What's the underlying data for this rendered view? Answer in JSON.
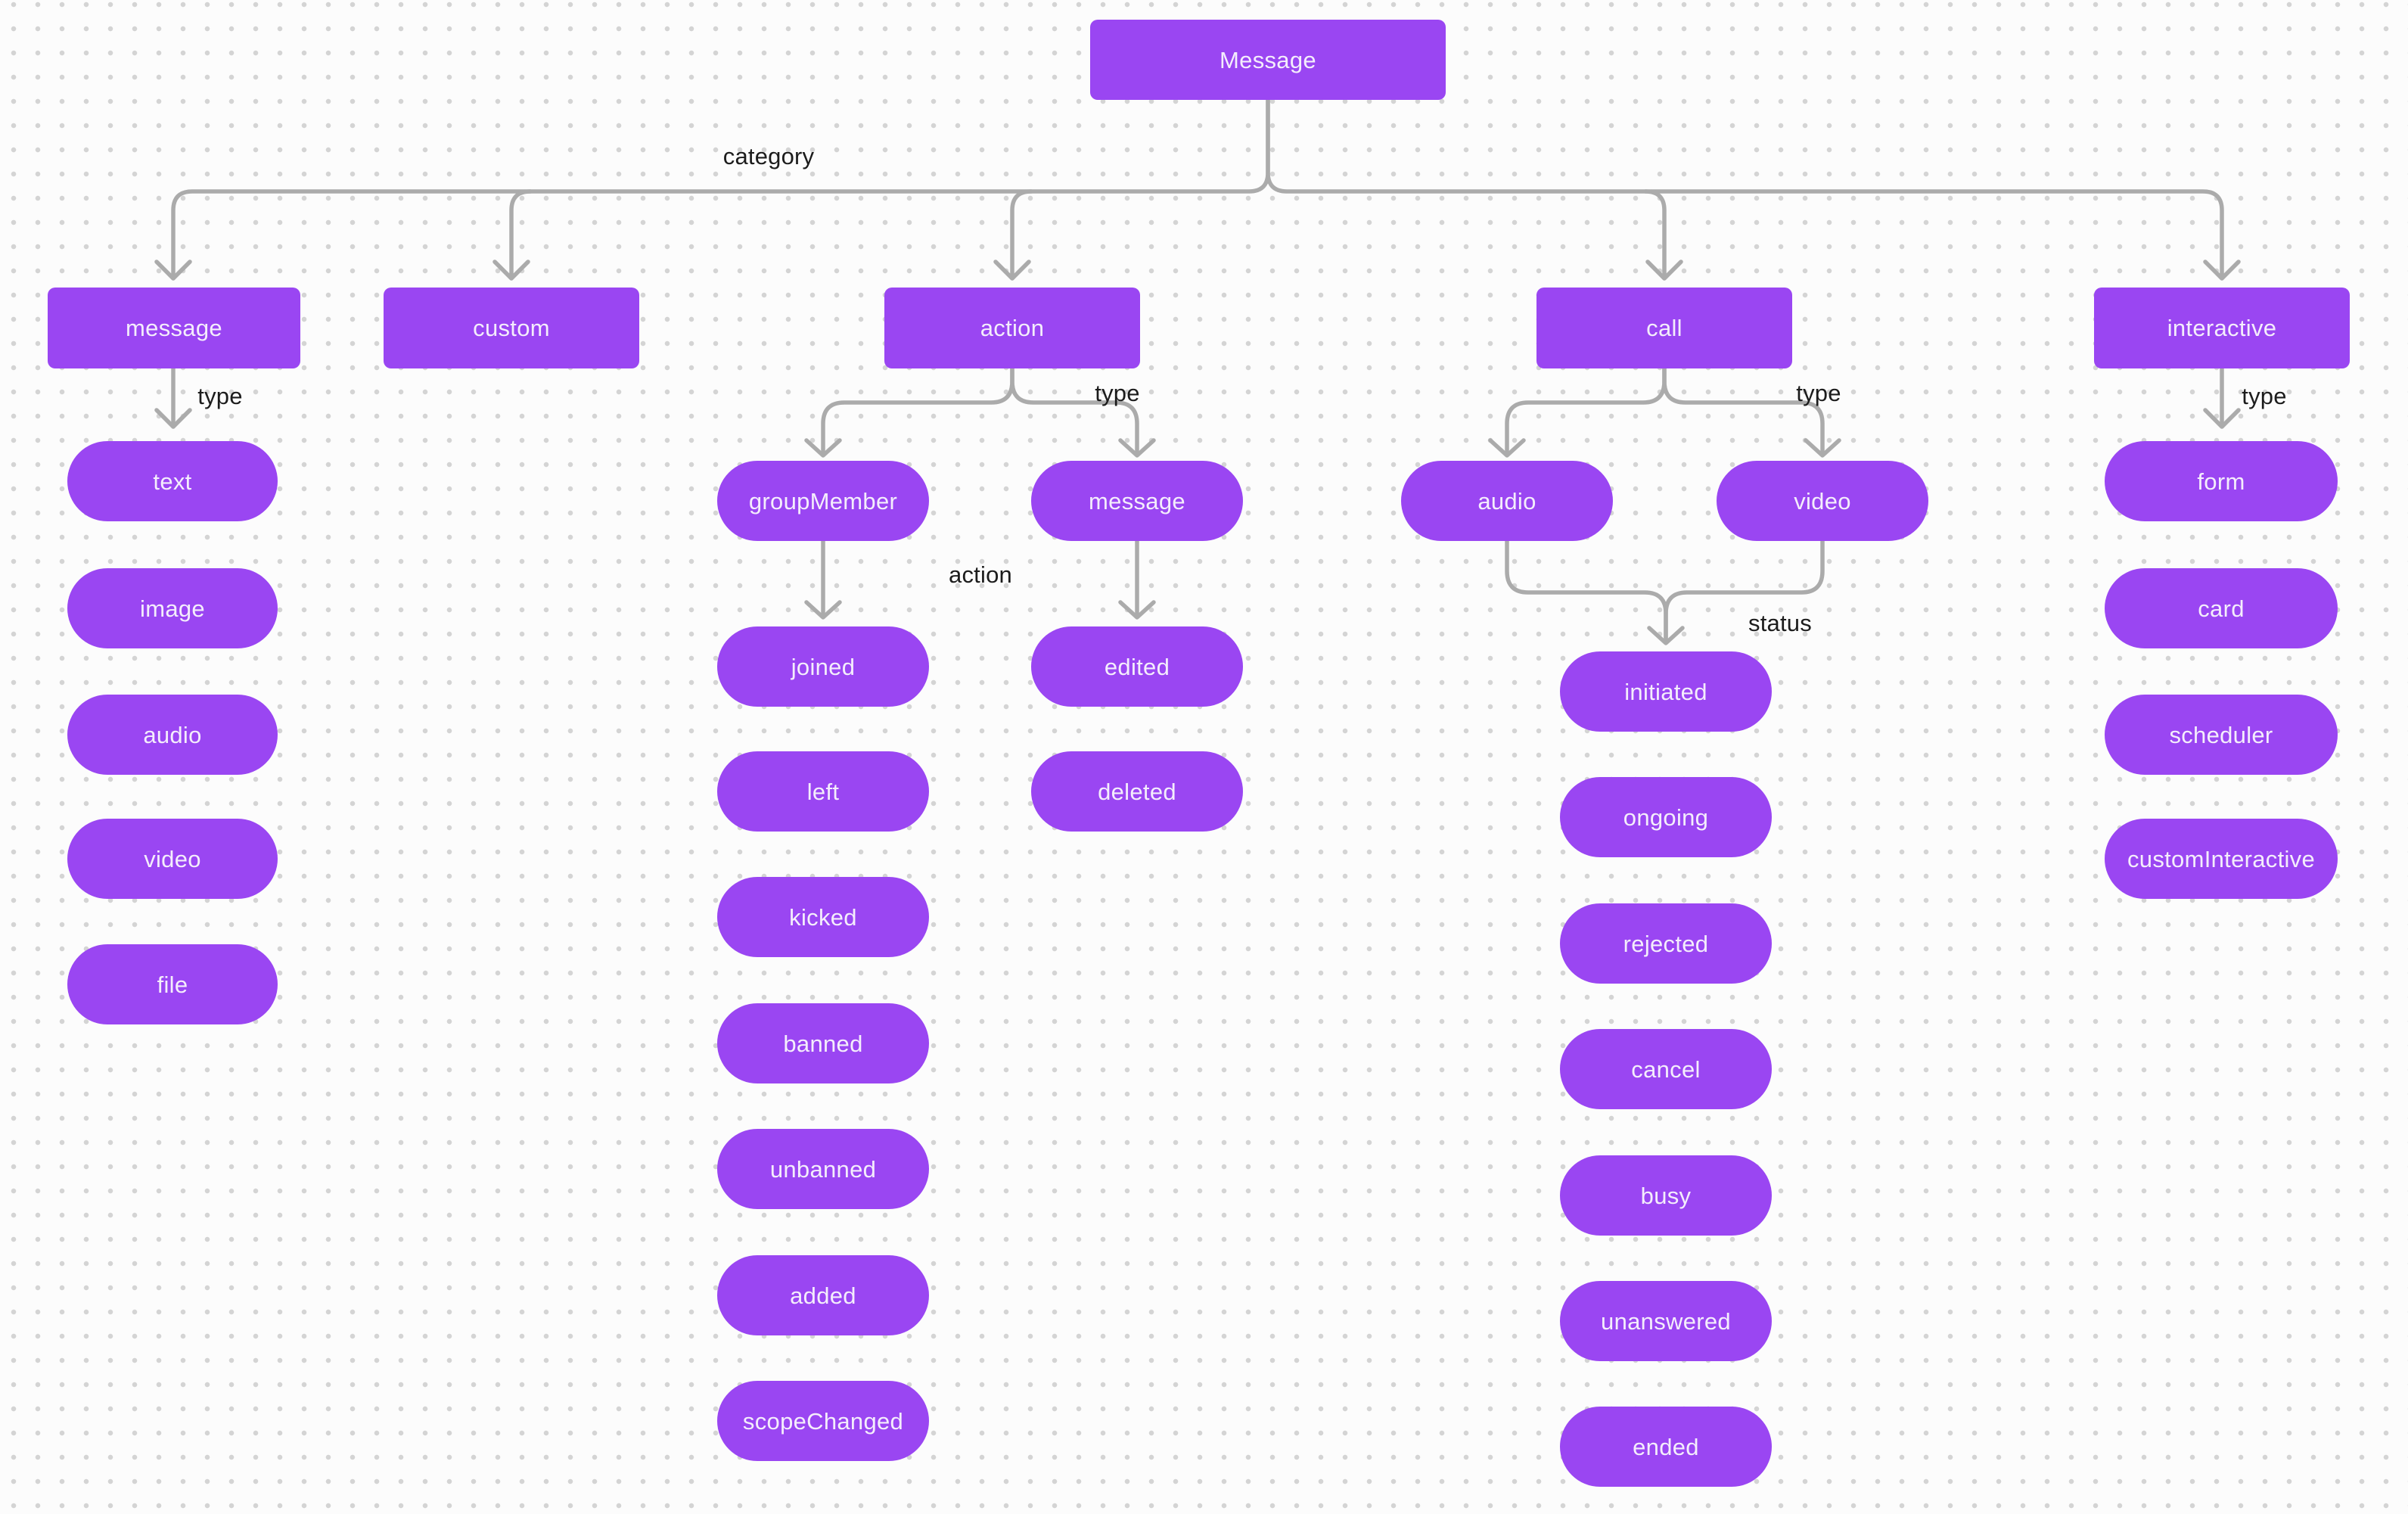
{
  "colors": {
    "canvas_bg": "#fcfcfc",
    "dot_color": "#d4d4d4",
    "node_fill": "#9a46f2",
    "node_text": "#f4edfc",
    "edge_color": "#ababab",
    "edge_label": "#1c1c1c"
  },
  "nodes": {
    "root": "Message",
    "cat_message": "message",
    "cat_custom": "custom",
    "cat_action": "action",
    "cat_call": "call",
    "cat_interactive": "interactive",
    "msg_text": "text",
    "msg_image": "image",
    "msg_audio": "audio",
    "msg_video": "video",
    "msg_file": "file",
    "act_groupMember": "groupMember",
    "act_message": "message",
    "gm_joined": "joined",
    "gm_left": "left",
    "gm_kicked": "kicked",
    "gm_banned": "banned",
    "gm_unbanned": "unbanned",
    "gm_added": "added",
    "gm_scopeChanged": "scopeChanged",
    "am_edited": "edited",
    "am_deleted": "deleted",
    "call_audio": "audio",
    "call_video": "video",
    "st_initiated": "initiated",
    "st_ongoing": "ongoing",
    "st_rejected": "rejected",
    "st_cancel": "cancel",
    "st_busy": "busy",
    "st_unanswered": "unanswered",
    "st_ended": "ended",
    "int_form": "form",
    "int_card": "card",
    "int_scheduler": "scheduler",
    "int_customInteractive": "customInteractive"
  },
  "edge_labels": {
    "category": "category",
    "message_type": "type",
    "action_type": "type",
    "call_type": "type",
    "interactive_type": "type",
    "group_action": "action",
    "call_status": "status"
  }
}
